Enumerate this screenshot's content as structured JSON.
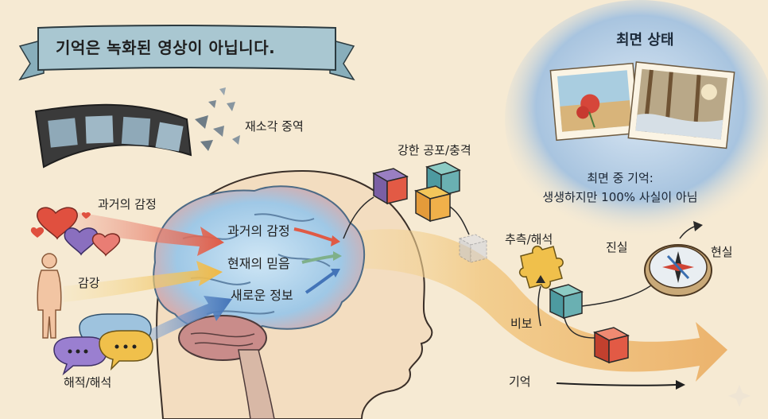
{
  "title": "기억은 녹화된 영상이 아닙니다.",
  "labels": {
    "reconsolidation": "재소각 중역",
    "past_emotion_in": "과거의 감정",
    "senses": "감강",
    "interpretation": "해적/해석",
    "brain_past_emotion": "과거의 감정",
    "brain_current_belief": "현재의 믿음",
    "brain_new_info": "새로운 정보",
    "strong_fear": "강한 공포/충격",
    "inference": "추측/해석",
    "secret": "비보",
    "memory": "기억",
    "truth": "진실",
    "reality": "현실"
  },
  "hypnosis": {
    "title": "최면 상태",
    "caption_line1": "최면 중 기억:",
    "caption_line2": "생생하지만 100% 사실이 아님"
  },
  "colors": {
    "background": "#f6ead3",
    "banner": "#a9c7d1",
    "warm_arrow": "#e3604c",
    "yellow_arrow": "#f1c15a",
    "blue_arrow": "#4f7fc0",
    "memory_stream": "#f0c27a",
    "dream_cloud": "#9dbad8"
  },
  "icons": [
    "film-strip-icon",
    "heart-icon",
    "human-body-icon",
    "speech-bubble-icon",
    "brain-icon",
    "cube-icon",
    "puzzle-piece-icon",
    "compass-icon",
    "photo-icon",
    "sparkle-icon"
  ]
}
